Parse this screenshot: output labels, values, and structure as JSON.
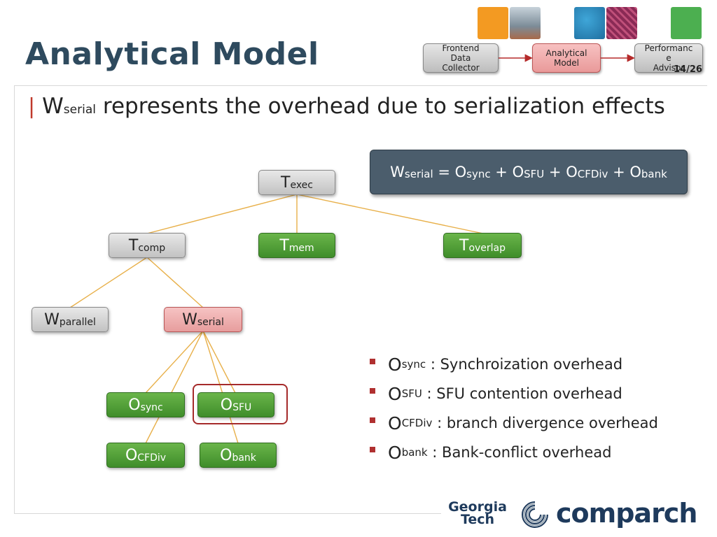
{
  "title": "Analytical Model",
  "page": "14/26",
  "flow": {
    "boxes": [
      "Frontend\nData\nCollector",
      "Analytical\nModel",
      "Performanc\ne\nAdvisor"
    ],
    "thumb_colors": [
      "#f39a22",
      "#8a9aa8",
      "#1f7db8",
      "#8a2a55",
      "#4caf50"
    ]
  },
  "headline": {
    "w": "W",
    "sub": "serial",
    "text": " represents the overhead due to serialization effects"
  },
  "formula": {
    "lhs_main": "W",
    "lhs_sub": "serial",
    "eq": " = ",
    "t1_main": "O",
    "t1_sub": "sync",
    "plus": " + ",
    "t2_main": "O",
    "t2_sub": "SFU",
    "t3_main": "O",
    "t3_sub": "CFDiv",
    "t4_main": "O",
    "t4_sub": "bank"
  },
  "tree": {
    "texec": {
      "main": "T",
      "sub": "exec"
    },
    "tcomp": {
      "main": "T",
      "sub": "comp"
    },
    "tmem": {
      "main": "T",
      "sub": "mem"
    },
    "toverlap": {
      "main": "T",
      "sub": "overlap"
    },
    "wparallel": {
      "main": "W",
      "sub": "parallel"
    },
    "wserial": {
      "main": "W",
      "sub": "serial"
    },
    "osync": {
      "main": "O",
      "sub": "sync"
    },
    "osfu": {
      "main": "O",
      "sub": "SFU"
    },
    "ocfdiv": {
      "main": "O",
      "sub": "CFDiv"
    },
    "obank": {
      "main": "O",
      "sub": "bank"
    }
  },
  "definitions": [
    {
      "main": "O",
      "sub": "sync",
      "text": " : Synchroization overhead"
    },
    {
      "main": "O",
      "sub": "SFU",
      "text": " : SFU contention overhead"
    },
    {
      "main": "O",
      "sub": "CFDiv",
      "text": " : branch divergence overhead"
    },
    {
      "main": "O",
      "sub": "bank",
      "text": " : Bank-conflict overhead"
    }
  ],
  "logos": {
    "gt_line1": "Georgia",
    "gt_line2": "Tech",
    "comparch": "comparch"
  },
  "colors": {
    "title": "#2e4a5e",
    "connector": "#e8b04a",
    "arrow": "#b52a2a",
    "green": "#4a9a32"
  }
}
